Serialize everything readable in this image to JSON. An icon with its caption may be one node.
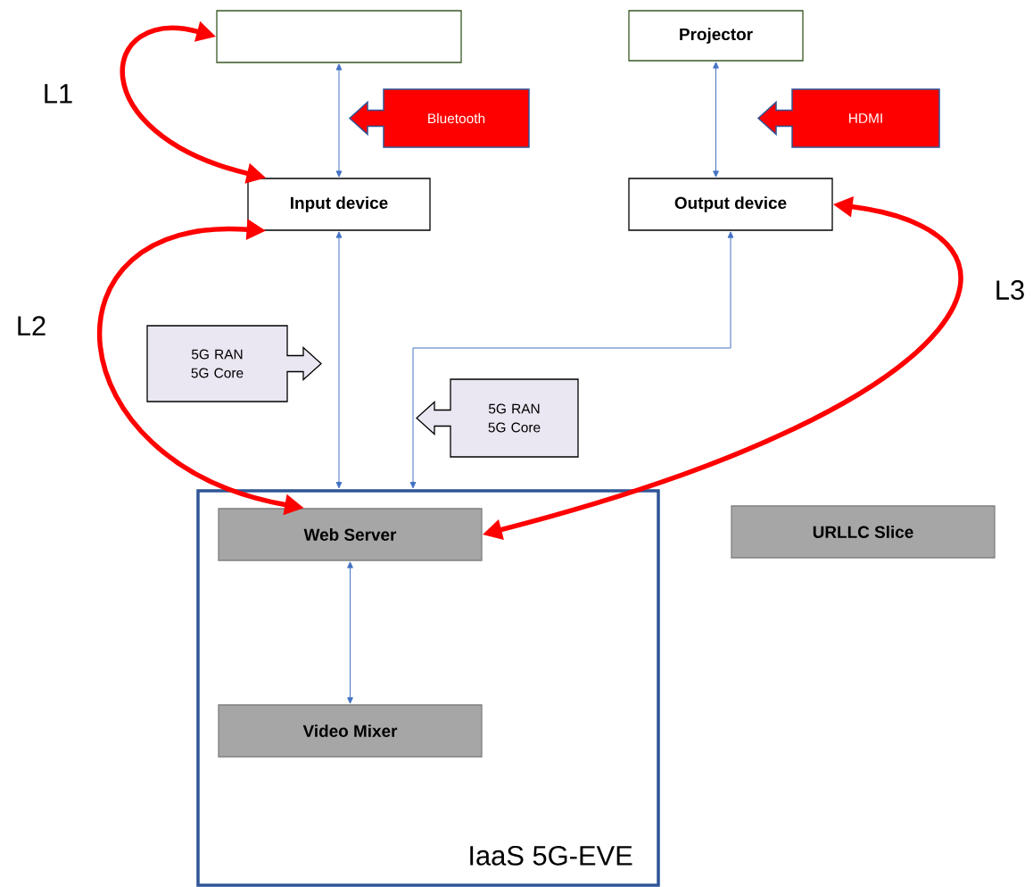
{
  "diagram": {
    "nodes": [
      {
        "text": [],
        "shape": "box"
      },
      {
        "text": [
          "Projector"
        ]
      },
      {
        "text": [
          "Bluetooth"
        ]
      },
      {
        "text": [
          "HDMI"
        ]
      },
      {
        "text": [
          "Input device"
        ]
      },
      {
        "text": [
          "Output device"
        ]
      },
      {
        "text": [
          "5G RAN 5G Core"
        ]
      },
      {
        "text": [
          "5G RAN 5G Core"
        ]
      },
      {
        "text": [
          "IaaS 5G-EVE"
        ]
      },
      {
        "text": [
          "Web Server"
        ],
        "in": 8
      },
      {
        "text": [
          "Video Mixer"
        ],
        "in": 8
      },
      {
        "text": [
          "URLLC Slice"
        ]
      }
    ],
    "edges": [
      {
        "from": 0,
        "to": 4,
        "arrow": "both"
      },
      {
        "from": 1,
        "to": 5,
        "arrow": "both"
      },
      {
        "from": 4,
        "to": 8,
        "arrow": "both"
      },
      {
        "from": 5,
        "to": 8,
        "arrow": "both"
      },
      {
        "from": 9,
        "to": 10,
        "arrow": "both"
      },
      {
        "from": 0,
        "to": 4,
        "arrow": "both",
        "label": "L1",
        "style": "thick",
        "color": "#ff0000"
      },
      {
        "from": 4,
        "to": 9,
        "arrow": "both",
        "label": "L2",
        "style": "thick",
        "color": "#ff0000"
      },
      {
        "from": 5,
        "to": 9,
        "arrow": "both",
        "label": "L3",
        "style": "thick",
        "color": "#ff0000"
      }
    ]
  }
}
